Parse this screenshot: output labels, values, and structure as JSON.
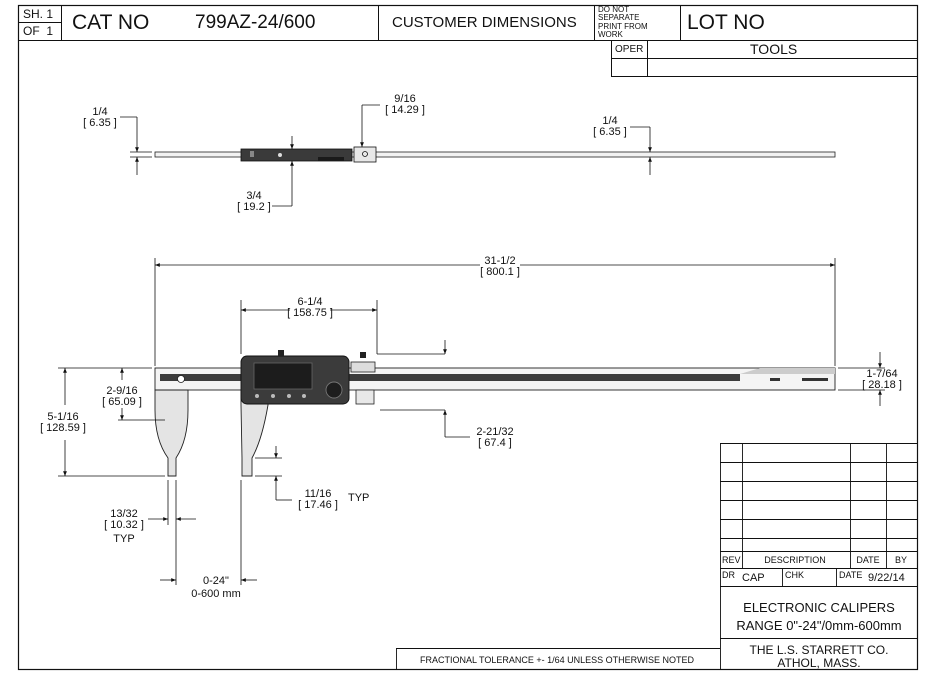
{
  "title_block_top": {
    "sheet_label": "SH.",
    "sheet_num": "1",
    "of_label": "OF",
    "of_num": "1",
    "cat_label": "CAT NO",
    "cat_value": "799AZ-24/600",
    "customer_dims": "CUSTOMER DIMENSIONS",
    "do_not_separate": [
      "DO NOT",
      "SEPARATE",
      "PRINT FROM",
      "WORK"
    ],
    "lot_label": "LOT NO",
    "oper_label": "OPER",
    "tools_label": "TOOLS"
  },
  "top_view_dims": {
    "left_thick": {
      "frac": "1/4",
      "mm": "[ 6.35 ]"
    },
    "slider": {
      "frac": "9/16",
      "mm": "[ 14.29 ]"
    },
    "right_thick": {
      "frac": "1/4",
      "mm": "[ 6.35 ]"
    },
    "body_depth": {
      "frac": "3/4",
      "mm": "[ 19.2 ]"
    }
  },
  "front_view_dims": {
    "overall": {
      "frac": "31-1/2",
      "mm": "[ 800.1 ]"
    },
    "head_length": {
      "frac": "6-1/4",
      "mm": "[ 158.75 ]"
    },
    "beam_height": {
      "frac": "1-7/64",
      "mm": "[ 28.18 ]"
    },
    "jaw_upper": {
      "frac": "2-9/16",
      "mm": "[ 65.09 ]"
    },
    "jaw_overall": {
      "frac": "5-1/16",
      "mm": "[ 128.59 ]"
    },
    "below_beam": {
      "frac": "2-21/32",
      "mm": "[ 67.4 ]"
    },
    "tip_height": {
      "frac": "11/16",
      "mm": "[ 17.46 ]",
      "note": "TYP"
    },
    "tip_width": {
      "frac": "13/32",
      "mm": "[ 10.32 ]",
      "note": "TYP"
    },
    "range": {
      "in": "0-24\"",
      "mm": "0-600 mm"
    }
  },
  "revision_block": {
    "rev_label": "REV",
    "desc_label": "DESCRIPTION",
    "date_label": "DATE",
    "by_label": "BY",
    "dr_label": "DR",
    "dr_value": "CAP",
    "chk_label": "CHK",
    "date2_label": "DATE",
    "date2_value": "9/22/14"
  },
  "title_block_bottom": {
    "product_line1": "ELECTRONIC CALIPERS",
    "product_line2": "RANGE 0\"-24\"/0mm-600mm",
    "company_line1": "THE L.S. STARRETT CO.",
    "company_line2": "ATHOL, MASS.",
    "tolerance_note": "FRACTIONAL TOLERANCE  +- 1/64 UNLESS OTHERWISE NOTED"
  }
}
